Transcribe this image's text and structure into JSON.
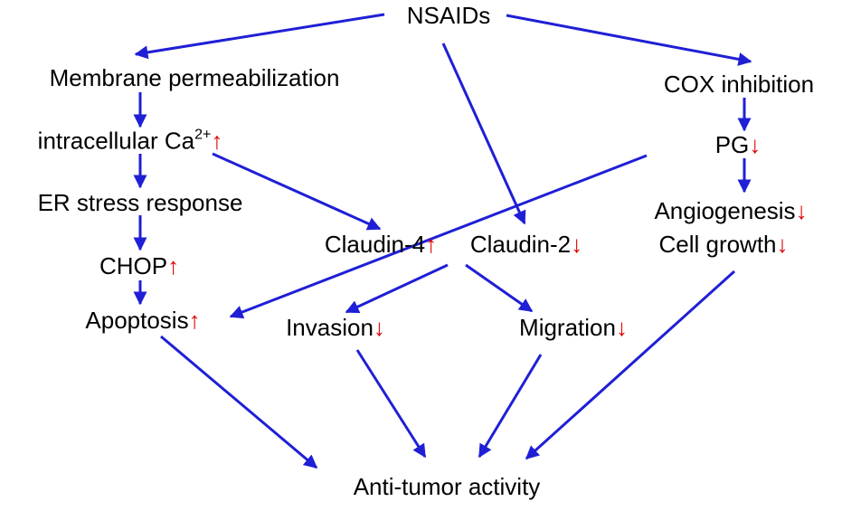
{
  "arrow_color": "#1f1fd6",
  "change_color": "#e00000",
  "nodes": {
    "nsaids": {
      "label": "NSAIDs",
      "change": ""
    },
    "membrane": {
      "label": "Membrane permeabilization",
      "change": ""
    },
    "ca": {
      "label": "intracellular Ca",
      "superscript": "2+",
      "change": "↑"
    },
    "er": {
      "label": "ER stress response",
      "change": ""
    },
    "chop": {
      "label": "CHOP",
      "change": "↑"
    },
    "apoptosis": {
      "label": "Apoptosis",
      "change": "↑"
    },
    "claudin4": {
      "label": "Claudin-4",
      "change": "↑"
    },
    "claudin2": {
      "label": "Claudin-2",
      "change": "↓"
    },
    "cox": {
      "label": "COX inhibition",
      "change": ""
    },
    "pg": {
      "label": "PG",
      "change": "↓"
    },
    "angio": {
      "label": "Angiogenesis",
      "change": "↓"
    },
    "cellgrowth": {
      "label": "Cell growth",
      "change": "↓"
    },
    "invasion": {
      "label": "Invasion",
      "change": "↓"
    },
    "migration": {
      "label": "Migration",
      "change": "↓"
    },
    "antitumor": {
      "label": "Anti-tumor activity",
      "change": ""
    }
  },
  "edges": [
    {
      "from": "nsaids",
      "to": "membrane"
    },
    {
      "from": "nsaids",
      "to": "claudin2"
    },
    {
      "from": "nsaids",
      "to": "cox"
    },
    {
      "from": "membrane",
      "to": "ca"
    },
    {
      "from": "ca",
      "to": "er"
    },
    {
      "from": "ca",
      "to": "claudin4"
    },
    {
      "from": "er",
      "to": "chop"
    },
    {
      "from": "chop",
      "to": "apoptosis"
    },
    {
      "from": "cox",
      "to": "pg"
    },
    {
      "from": "pg",
      "to": "angio"
    },
    {
      "from": "pg",
      "to": "apoptosis"
    },
    {
      "from": "claudin4",
      "to": "invasion"
    },
    {
      "from": "claudin4",
      "to": "migration"
    },
    {
      "from": "apoptosis",
      "to": "antitumor"
    },
    {
      "from": "invasion",
      "to": "antitumor"
    },
    {
      "from": "migration",
      "to": "antitumor"
    },
    {
      "from": "cellgrowth",
      "to": "antitumor"
    }
  ]
}
